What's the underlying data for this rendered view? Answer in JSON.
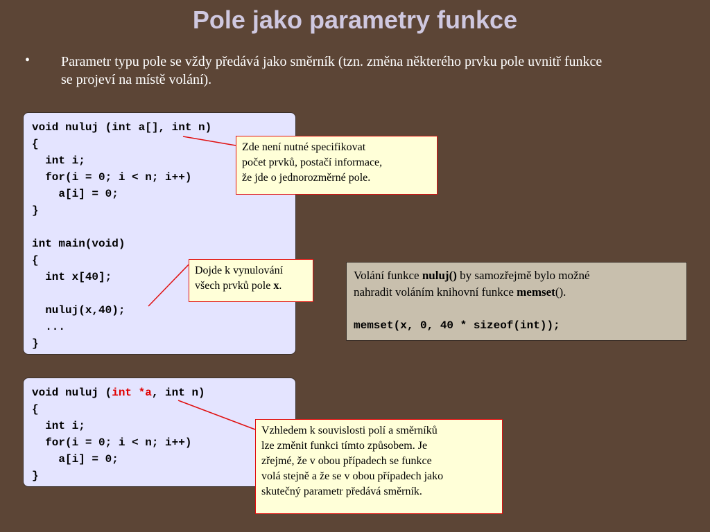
{
  "slide": {
    "title": "Pole jako parametry funkce",
    "bullet": {
      "marker": "•",
      "line1": "Parametr typu pole se vždy předává jako směrník (tzn. změna některého prvku pole uvnitř funkce",
      "line2": "se projeví na místě volání)."
    }
  },
  "code1": {
    "lines": [
      "void nuluj (int a[], int n)",
      "{",
      "  int i;",
      "  for(i = 0; i < n; i++)",
      "    a[i] = 0;",
      "}",
      "",
      "int main(void)",
      "{",
      "  int x[40];",
      "",
      "  nuluj(x,40);",
      "  ...",
      "}"
    ]
  },
  "code2": {
    "line1_prefix": "void nuluj (",
    "line1_highlight": "int *a",
    "line1_suffix": ", int n)",
    "lines": [
      "{",
      "  int i;",
      "  for(i = 0; i < n; i++)",
      "    a[i] = 0;",
      "}"
    ]
  },
  "note1": {
    "lines": [
      "Zde není nutné specifikovat",
      "počet prvků, postačí informace,",
      "že jde o jednorozměrné pole."
    ]
  },
  "note2": {
    "line1": "Dojde k vynulování",
    "line2_prefix": "všech prvků pole ",
    "line2_bold": "x",
    "line2_suffix": "."
  },
  "note3": {
    "lines": [
      "Vzhledem k souvislosti polí a směrníků",
      "lze změnit funkci tímto způsobem. Je",
      "zřejmé, že v obou případech se funkce",
      "volá stejně a že se v obou případech jako",
      "skutečný parametr předává směrník."
    ]
  },
  "info": {
    "t1": "Volání funkce ",
    "b1": "nuluj()",
    "t2": " by samozřejmě bylo možné",
    "t3": "nahradit voláním knihovní funkce ",
    "b2": "memset",
    "t4": "().",
    "code": "memset(x, 0, 40 * sizeof(int));"
  },
  "colors": {
    "background": "#5c4536",
    "title": "#cfc8e0",
    "code_bg": "#e4e4ff",
    "note_bg": "#ffffd8",
    "note_border": "#e01010",
    "info_bg": "#c8bfad",
    "highlight": "#e00000"
  }
}
